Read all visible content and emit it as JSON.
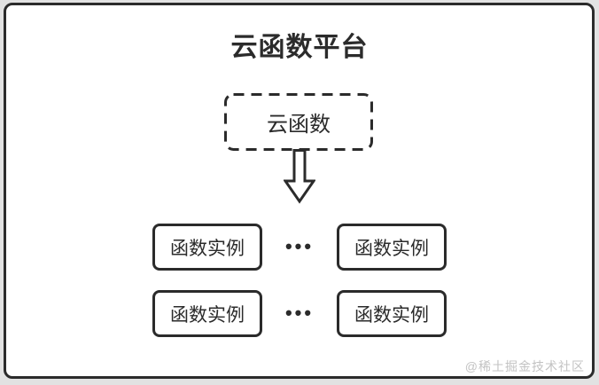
{
  "diagram": {
    "title": "云函数平台",
    "source_box": {
      "label": "云函数"
    },
    "arrow": {
      "direction": "down",
      "style": "hollow-block-arrow"
    },
    "instance_rows": [
      {
        "left": "函数实例",
        "separator": "•••",
        "right": "函数实例"
      },
      {
        "left": "函数实例",
        "separator": "•••",
        "right": "函数实例"
      }
    ],
    "watermark": "@稀土掘金技术社区"
  },
  "colors": {
    "ink": "#2b2b2b",
    "card_bg": "#ffffff",
    "page_bg": "#e2e2e2",
    "watermark": "#c3c3c3"
  }
}
